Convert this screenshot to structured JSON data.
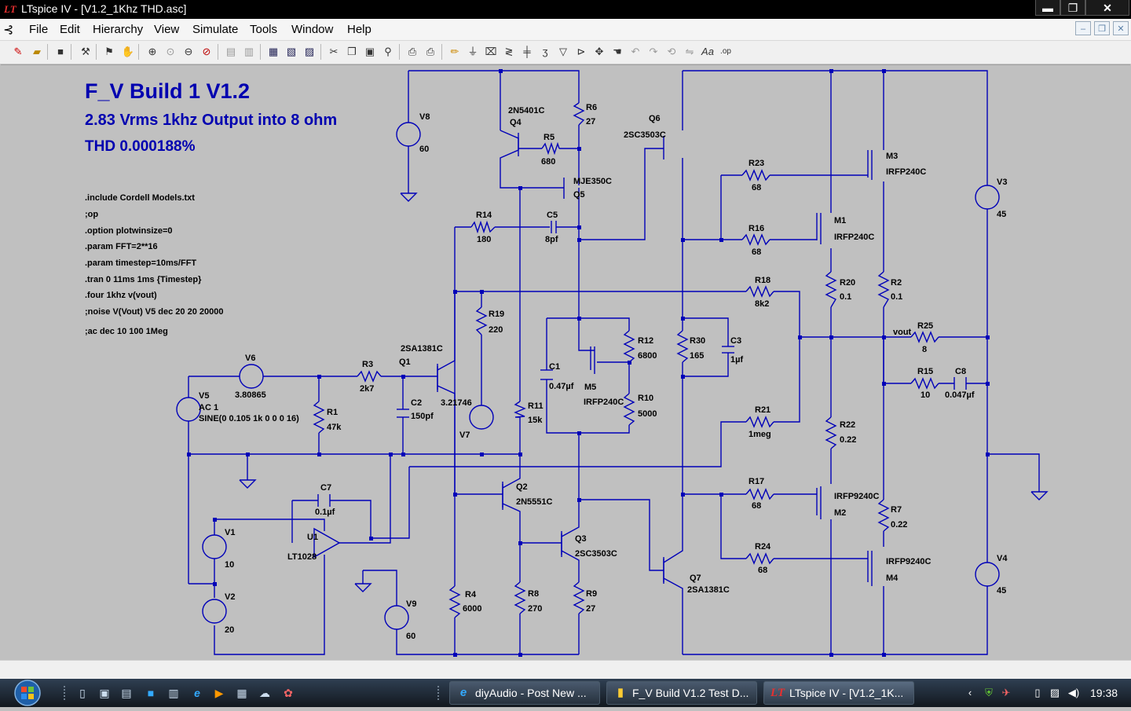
{
  "window": {
    "title": "LTspice IV - [V1.2_1Khz THD.asc]",
    "app_icon": "ltspice-icon",
    "minimize": "▬",
    "maximize": "❐",
    "close": "✕"
  },
  "menu": {
    "items": [
      "File",
      "Edit",
      "Hierarchy",
      "View",
      "Simulate",
      "Tools",
      "Window",
      "Help"
    ],
    "mdi_minimize": "–",
    "mdi_restore": "❐",
    "mdi_close": "✕"
  },
  "toolbar": {
    "icons": [
      "new-schematic-icon",
      "open-icon",
      "save-icon",
      "control-panel-icon",
      "run-icon",
      "halt-icon",
      "zoom-in-icon",
      "zoom-fit-icon",
      "zoom-out-icon",
      "zoom-cancel-icon",
      "tile-horizontal-icon",
      "tile-vertical-icon",
      "cascade-icon",
      "window-icon",
      "close-window-icon",
      "cut-icon",
      "copy-icon",
      "paste-icon",
      "find-icon",
      "print-setup-icon",
      "print-icon",
      "wire-icon",
      "ground-icon",
      "label-icon",
      "resistor-icon",
      "capacitor-icon",
      "inductor-icon",
      "diode-icon",
      "component-icon",
      "move-icon",
      "drag-icon",
      "undo-icon",
      "redo-icon",
      "rotate-icon",
      "mirror-icon",
      "text-icon",
      "spice-directive-icon"
    ]
  },
  "schematic": {
    "heading": "F_V Build 1 V1.2",
    "subheading": "2.83 Vrms 1khz Output into 8 ohm",
    "thd": "THD 0.000188%",
    "directives": [
      ".include Cordell Models.txt",
      ";op",
      ".option plotwinsize=0",
      ".param FFT=2**16",
      ".param timestep=10ms/FFT",
      ".tran 0 11ms 1ms {Timestep}",
      ".four 1khz v(vout)",
      ";noise V(Vout) V5 dec 20 20 20000",
      ";ac dec 10 100 1Meg"
    ],
    "colors": {
      "wire": "#0000b8",
      "text": "#0000b0",
      "label": "#000000",
      "background": "#c0c0c0"
    },
    "labels": {
      "V8": [
        "V8",
        "60"
      ],
      "Q4": [
        "2N5401C",
        "Q4"
      ],
      "R5": [
        "R5",
        "680"
      ],
      "R6": [
        "R6",
        "27"
      ],
      "Q5": [
        "MJE350C",
        "Q5"
      ],
      "Q6": [
        "Q6",
        "2SC3503C"
      ],
      "R23": [
        "R23",
        "68"
      ],
      "M3": [
        "M3",
        "IRFP240C"
      ],
      "V3": [
        "V3",
        "45"
      ],
      "R14": [
        "R14",
        "180"
      ],
      "C5": [
        "C5",
        "8pf"
      ],
      "R16": [
        "R16",
        "68"
      ],
      "M1": [
        "M1",
        "IRFP240C"
      ],
      "R18": [
        "R18",
        "8k2"
      ],
      "R20": [
        "R20",
        "0.1"
      ],
      "R2": [
        "R2",
        "0.1"
      ],
      "R19": [
        "R19",
        "220"
      ],
      "R12": [
        "R12",
        "6800"
      ],
      "R30": [
        "R30",
        "165"
      ],
      "C3": [
        "C3",
        "1µf"
      ],
      "vout": [
        "vout"
      ],
      "R25": [
        "R25",
        "8"
      ],
      "Q1": [
        "2SA1381C",
        "Q1"
      ],
      "V6": [
        "V6",
        "3.80865"
      ],
      "R3": [
        "R3",
        "2k7"
      ],
      "C1": [
        "C1",
        "0.47µf"
      ],
      "M5": [
        "M5",
        "IRFP240C"
      ],
      "R10": [
        "R10",
        "5000"
      ],
      "R15": [
        "R15",
        "10"
      ],
      "C8": [
        "C8",
        "0.047µf"
      ],
      "V5": [
        "V5",
        "AC 1",
        "SINE(0 0.105 1k 0 0 0 16)"
      ],
      "R1": [
        "R1",
        "47k"
      ],
      "C2": [
        "C2",
        "150pf"
      ],
      "V7": [
        "V7",
        "3.21746"
      ],
      "R11": [
        "R11",
        "15k"
      ],
      "R21": [
        "R21",
        "1meg"
      ],
      "R22": [
        "R22",
        "0.22"
      ],
      "C7": [
        "C7",
        "0.1µf"
      ],
      "Q2": [
        "Q2",
        "2N5551C"
      ],
      "R17": [
        "R17",
        "68"
      ],
      "M2": [
        "IRFP9240C",
        "M2"
      ],
      "R7": [
        "R7",
        "0.22"
      ],
      "V1": [
        "V1",
        "10"
      ],
      "U1": [
        "U1",
        "LT1028"
      ],
      "Q3": [
        "Q3",
        "2SC3503C"
      ],
      "R24": [
        "R24",
        "68"
      ],
      "M4": [
        "IRFP9240C",
        "M4"
      ],
      "Q7": [
        "Q7",
        "2SA1381C"
      ],
      "V4": [
        "V4",
        "45"
      ],
      "V2": [
        "V2",
        "20"
      ],
      "V9": [
        "V9",
        "60"
      ],
      "R4": [
        "R4",
        "6000"
      ],
      "R8": [
        "R8",
        "270"
      ],
      "R9": [
        "R9",
        "27"
      ]
    }
  },
  "taskbar": {
    "quick_launch": [
      "desktop-icon",
      "explorer-icon",
      "documents-icon",
      "monitor-icon",
      "computer-icon",
      "ie-icon",
      "media-icon",
      "notepad-icon",
      "network-icon",
      "tool-icon"
    ],
    "tasks": [
      {
        "label": "diyAudio - Post New ...",
        "icon": "ie-icon"
      },
      {
        "label": "F_V Build V1.2 Test D...",
        "icon": "document-icon"
      },
      {
        "label": "LTspice IV - [V1.2_1K...",
        "icon": "ltspice-icon"
      }
    ],
    "tray_icons": [
      "chevron-left-icon",
      "shield-icon",
      "pdf-icon",
      "battery-icon",
      "network-icon",
      "volume-icon"
    ],
    "clock": "19:38"
  }
}
